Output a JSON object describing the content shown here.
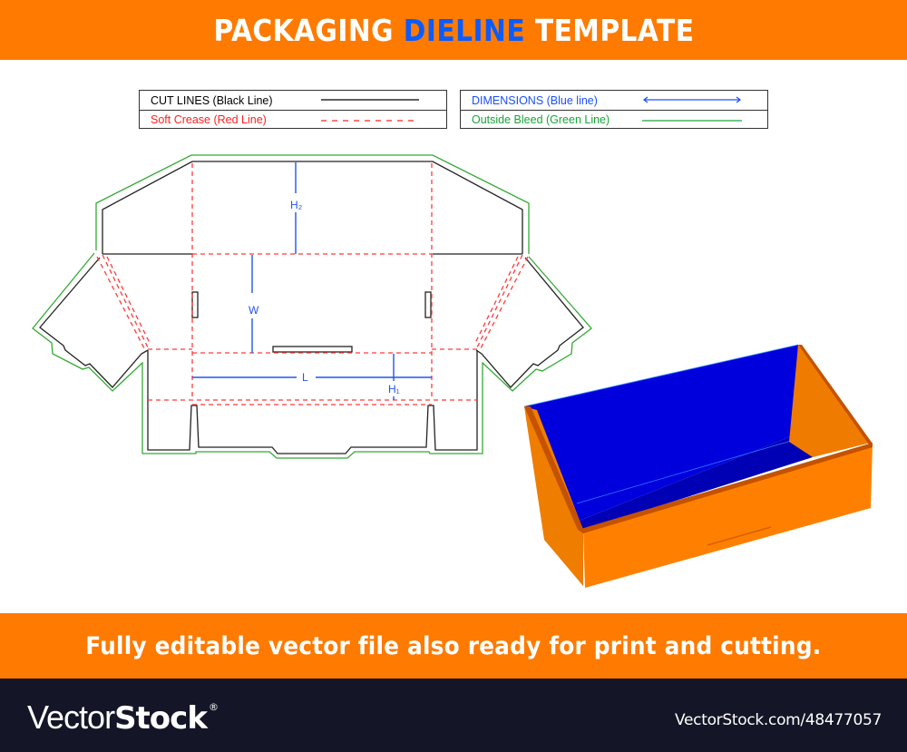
{
  "header": {
    "title_part1": "PACKAGING",
    "title_accent": "DIELINE",
    "title_part2": "TEMPLATE",
    "background_color": "#ff7a00",
    "accent_color": "#0a5cff"
  },
  "legend": {
    "left": [
      {
        "label": "CUT LINES (Black Line)",
        "color": "#000000",
        "line_style": "solid"
      },
      {
        "label": "Soft Crease (Red Line)",
        "color": "#ff2020",
        "line_style": "dashed"
      }
    ],
    "right": [
      {
        "label": "DIMENSIONS (Blue line)",
        "color": "#1a4fff",
        "line_style": "double-arrow"
      },
      {
        "label": "Outside Bleed (Green Line)",
        "color": "#1aa33a",
        "line_style": "solid"
      }
    ]
  },
  "dieline": {
    "dimension_labels": {
      "h2": "H₂",
      "w": "W",
      "l": "L",
      "h1": "H₁"
    },
    "colors": {
      "cut": "#222222",
      "crease": "#ff3b3b",
      "dimension": "#2255ee",
      "bleed": "#33aa33"
    }
  },
  "box_3d": {
    "inner_color": "#0000dd",
    "outer_color": "#ff7f00",
    "edge_color": "#cc5500"
  },
  "bottom_banner": {
    "text": "Fully editable vector file also ready for print and cutting."
  },
  "footer": {
    "brand_light": "Vector",
    "brand_bold": "Stock",
    "brand_mark": "®",
    "stock_id": "VectorStock.com/48477057"
  }
}
